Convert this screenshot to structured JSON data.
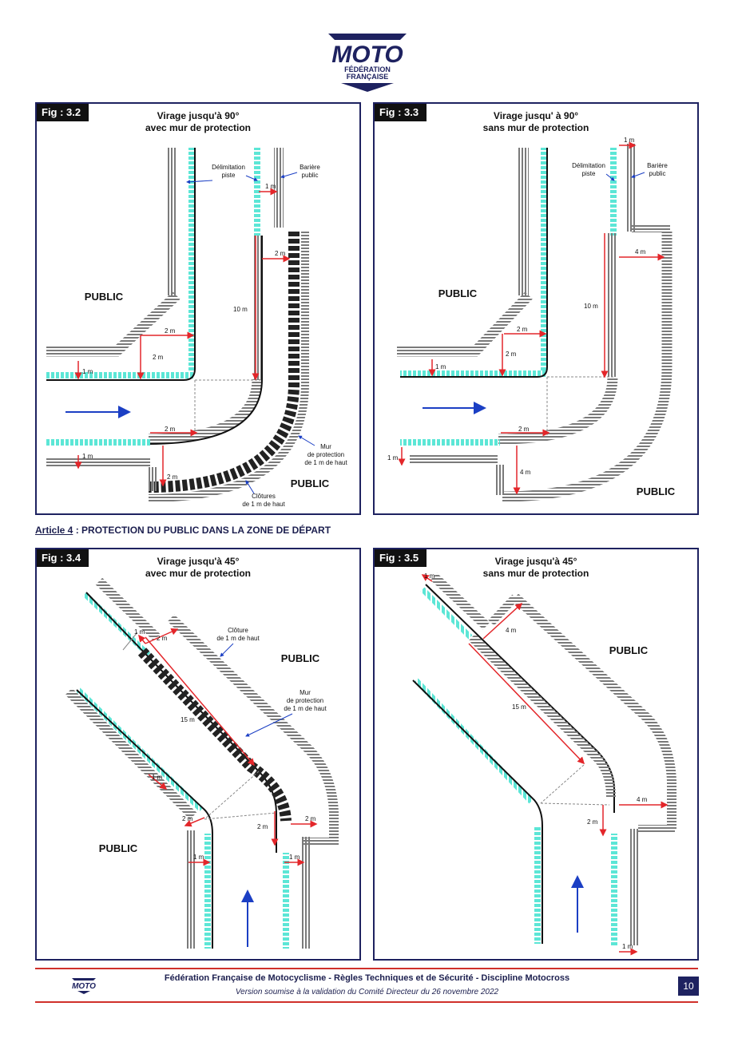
{
  "logo": {
    "word": "MOTO",
    "line1": "FÉDÉRATION",
    "line2": "FRANÇAISE"
  },
  "labels": {
    "delimitation": [
      "Délimitation",
      "piste"
    ],
    "barriere": [
      "Barière",
      "public"
    ],
    "mur": [
      "Mur",
      "de protection",
      "de 1 m de haut"
    ],
    "clotures": [
      "Clôtures",
      "de 1 m de haut"
    ],
    "cloture": [
      "Clôture",
      "de 1 m de haut"
    ],
    "public": "PUBLIC"
  },
  "figures": [
    {
      "id": "fig32",
      "label": "Fig : 3.2",
      "title1": "Virage jusqu'à 90°",
      "title2": "avec mur de protection",
      "dims": [
        "1 m",
        "2 m",
        "10 m",
        "2 m",
        "2 m",
        "1 m",
        "2 m",
        "1 m",
        "2 m"
      ]
    },
    {
      "id": "fig33",
      "label": "Fig : 3.3",
      "title1": "Virage jusqu' à 90°",
      "title2": "sans mur de protection",
      "dims": [
        "1 m",
        "4 m",
        "10 m",
        "2 m",
        "2 m",
        "1 m",
        "2 m",
        "1 m",
        "4 m"
      ]
    },
    {
      "id": "fig34",
      "label": "Fig : 3.4",
      "title1": "Virage jusqu'à 45°",
      "title2": "avec mur de protection",
      "dims": [
        "1 m",
        "2 m",
        "15 m",
        "1 m",
        "2 m",
        "2 m",
        "2 m",
        "1 m",
        "1 m"
      ]
    },
    {
      "id": "fig35",
      "label": "Fig : 3.5",
      "title1": "Virage jusqu'à 45°",
      "title2": "sans mur de protection",
      "dims": [
        "1 m",
        "4 m",
        "15 m",
        "4 m",
        "2 m",
        "1 m"
      ]
    }
  ],
  "article": {
    "prefix": "Article 4",
    "text": " : PROTECTION DU PUBLIC DANS LA ZONE DE DÉPART"
  },
  "footer": {
    "main": "Fédération Française de Motocyclisme - Règles Techniques et de Sécurité - Discipline Motocross",
    "sub": "Version soumise à la validation du Comité Directeur du 26 novembre 2022",
    "page": "10"
  },
  "colors": {
    "navy": "#1e2260",
    "cyan": "#5ce6d6",
    "red": "#e3262a",
    "arrow": "#1b3fc4",
    "barrier": "#7a7a7a"
  }
}
